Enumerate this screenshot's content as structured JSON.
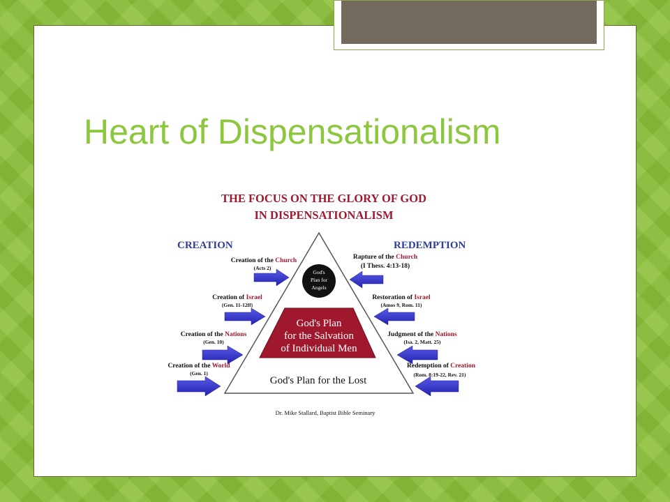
{
  "slide": {
    "title": "Heart of Dispensationalism"
  },
  "diagram": {
    "heading_line1": "THE FOCUS ON THE GLORY OF GOD",
    "heading_line2": "IN DISPENSATIONALISM",
    "left_header": "CREATION",
    "right_header": "REDEMPTION",
    "left_items": [
      {
        "prefix": "Creation of the ",
        "highlight": "Church",
        "ref": "(Acts 2)"
      },
      {
        "prefix": "Creation of ",
        "highlight": "Israel",
        "ref": "(Gen. 11-12ff)"
      },
      {
        "prefix": "Creation of the ",
        "highlight": "Nations",
        "ref": "(Gen. 10)"
      },
      {
        "prefix": "Creation of the ",
        "highlight": "World",
        "ref": "(Gen. 1)"
      }
    ],
    "right_items": [
      {
        "prefix": "Rapture of the ",
        "highlight": "Church",
        "ref": "(I Thess. 4:13-18)"
      },
      {
        "prefix": "Restoration of ",
        "highlight": "Israel",
        "ref": "(Amos 9, Rom. 11)"
      },
      {
        "prefix": "Judgment of the ",
        "highlight": "Nations",
        "ref": "(Isa. 2, Matt. 25)"
      },
      {
        "prefix": "Redemption of ",
        "highlight": "Creation",
        "ref": "(Rom. 8:19-22, Rev. 21)"
      }
    ],
    "angels_line1": "God's",
    "angels_line2": "Plan for",
    "angels_line3": "Angels",
    "salvation_line1": "God's Plan",
    "salvation_line2": "for the Salvation",
    "salvation_line3": "of Individual Men",
    "lost_label": "God's Plan for the Lost",
    "credit": "Dr. Mike Stallard, Baptist Bible Seminary"
  },
  "colors": {
    "title_green": "#8dc63f",
    "diagram_red": "#a0182e",
    "header_blue": "#2f3d9a",
    "arrow_blue": "#3333cc"
  }
}
